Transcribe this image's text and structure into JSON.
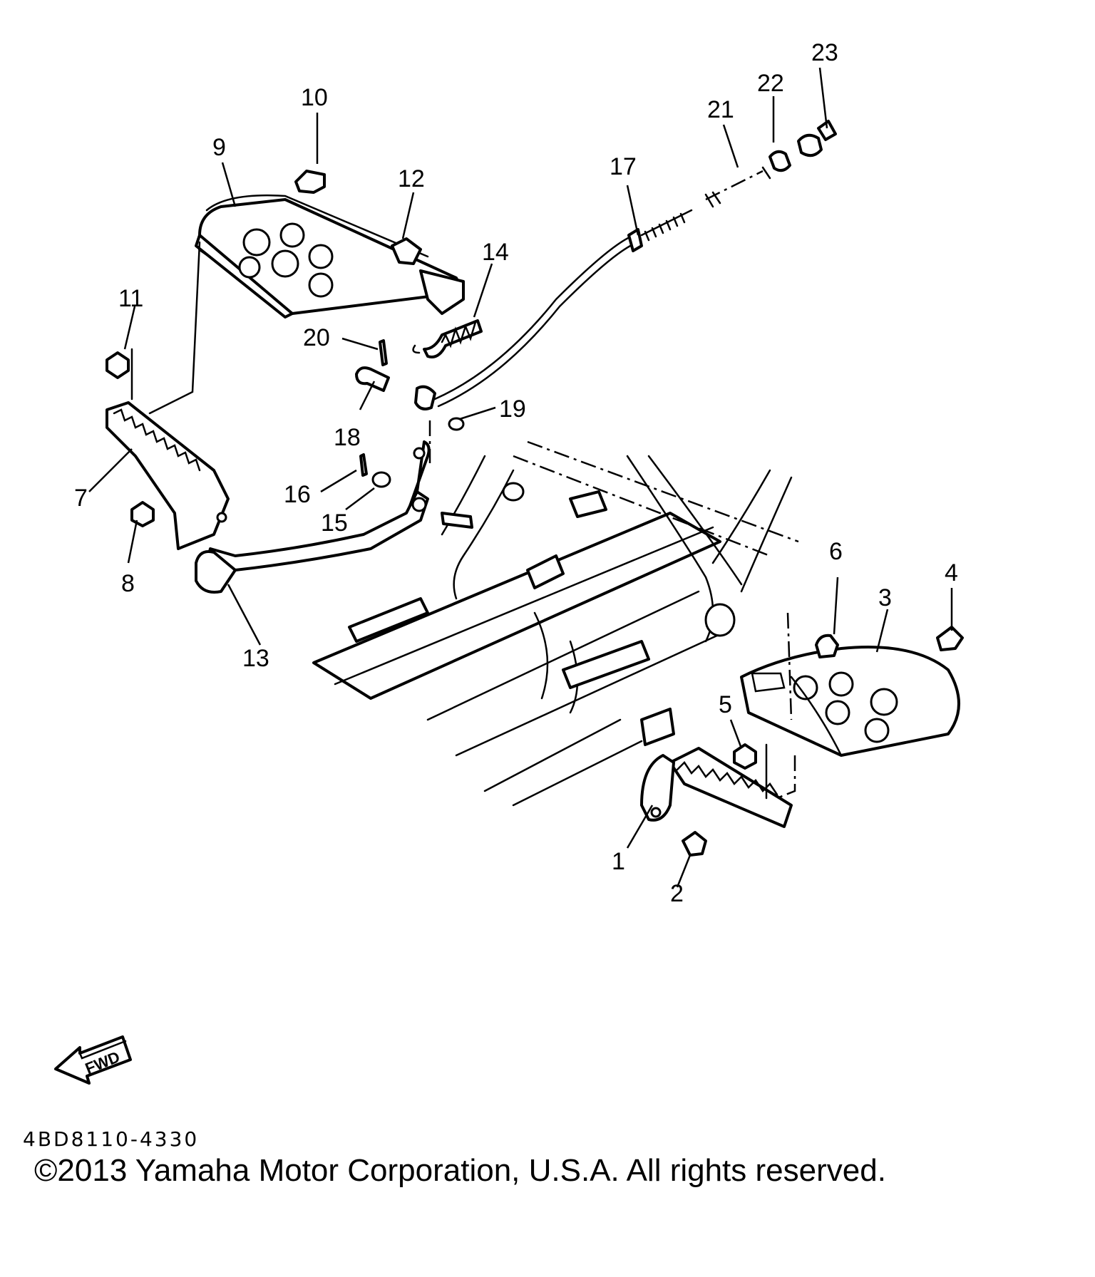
{
  "diagram": {
    "part_numbers": [
      "1",
      "2",
      "3",
      "4",
      "5",
      "6",
      "7",
      "8",
      "9",
      "10",
      "11",
      "12",
      "13",
      "14",
      "15",
      "16",
      "17",
      "18",
      "19",
      "20",
      "21",
      "22",
      "23"
    ],
    "fwd_label": "FWD",
    "drawing_code": "4BD8110-4330",
    "copyright": "©2013 Yamaha Motor Corporation, U.S.A. All rights reserved."
  }
}
